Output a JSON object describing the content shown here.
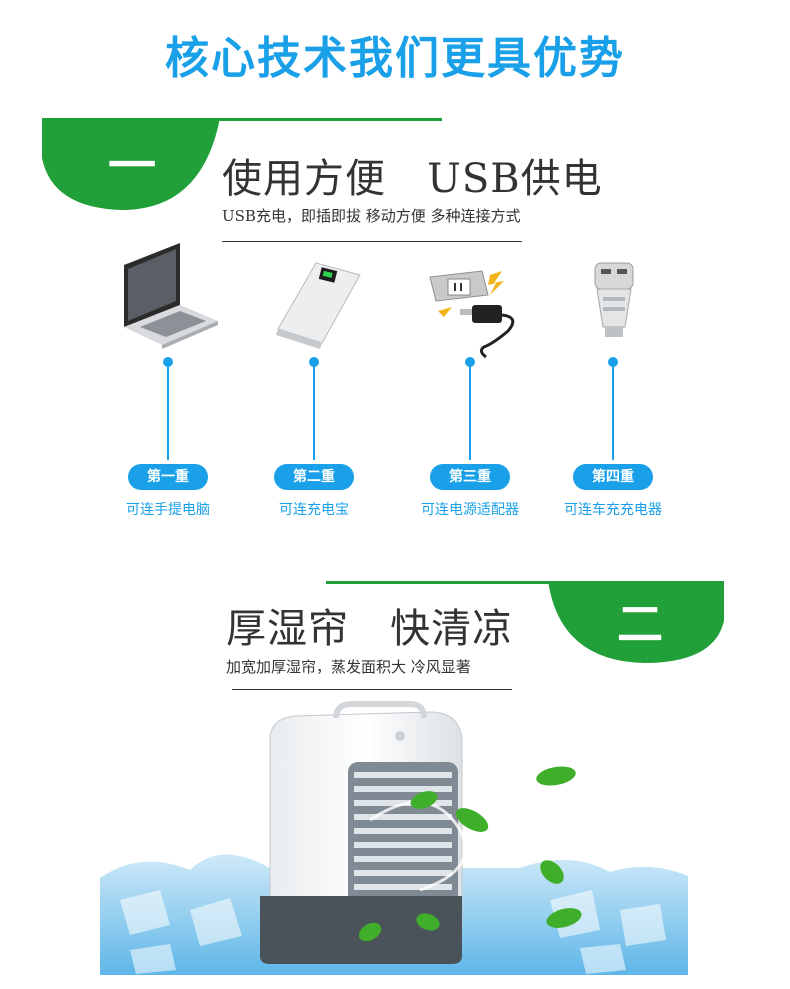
{
  "page_title": "核心技术我们更具优势",
  "section1": {
    "number": "一",
    "heading": "使用方便   USB供电",
    "subtitle": "USB充电，即插即拔 移动方便 多种连接方式",
    "items": [
      {
        "badge": "第一重",
        "label": "可连手提电脑",
        "icon": "laptop-icon"
      },
      {
        "badge": "第二重",
        "label": "可连充电宝",
        "icon": "power-bank-icon"
      },
      {
        "badge": "第三重",
        "label": "可连电源适配器",
        "icon": "power-adapter-icon"
      },
      {
        "badge": "第四重",
        "label": "可连车充充电器",
        "icon": "car-charger-icon"
      }
    ]
  },
  "section2": {
    "number": "二",
    "heading": "厚湿帘   快清凉",
    "subtitle": "加宽加厚湿帘，蒸发面积大 冷风显著"
  },
  "colors": {
    "accent_blue": "#1aa0e8",
    "accent_green": "#21a03a",
    "text_dark": "#333333"
  }
}
